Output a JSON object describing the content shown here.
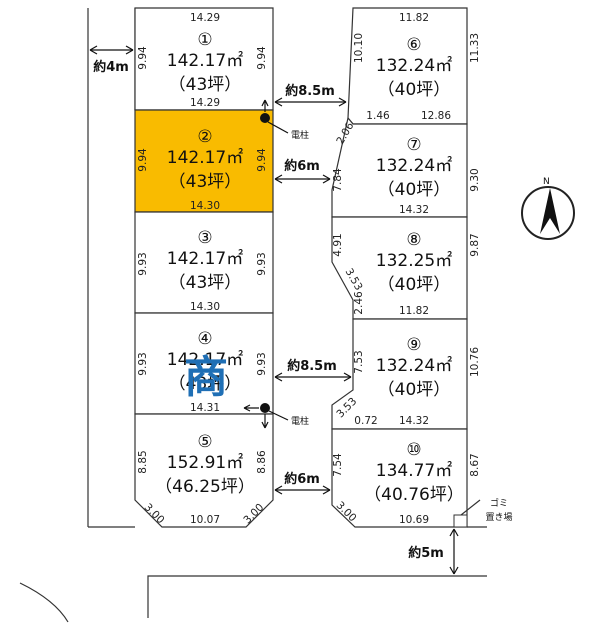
{
  "colors": {
    "highlight": "#F9BB00",
    "stamp": "#1f6fb5"
  },
  "lots": [
    {
      "id": "1",
      "num": "①",
      "area": "142.17㎡",
      "tsubo": "（43坪）",
      "top": "14.29",
      "bottom": "",
      "left": "9.94",
      "right": "9.94",
      "highlight": false
    },
    {
      "id": "2",
      "num": "②",
      "area": "142.17㎡",
      "tsubo": "（43坪）",
      "top": "14.29",
      "bottom": "14.30",
      "left": "9.94",
      "right": "9.94",
      "highlight": true
    },
    {
      "id": "3",
      "num": "③",
      "area": "142.17㎡",
      "tsubo": "（43坪）",
      "top": "",
      "bottom": "14.30",
      "left": "9.93",
      "right": "9.93",
      "highlight": false
    },
    {
      "id": "4",
      "num": "④",
      "area": "142.17㎡",
      "tsubo": "（43坪）",
      "top": "",
      "bottom": "14.31",
      "left": "9.93",
      "right": "9.93",
      "highlight": false
    },
    {
      "id": "5",
      "num": "⑤",
      "area": "152.91㎡",
      "tsubo": "（46.25坪）",
      "top": "",
      "bottom": "10.07",
      "left": "8.85",
      "right": "8.86",
      "corner_left": "3.00",
      "corner_right": "3.00",
      "highlight": false
    },
    {
      "id": "6",
      "num": "⑥",
      "area": "132.24㎡",
      "tsubo": "（40坪）",
      "top": "11.82",
      "bottom": "12.86",
      "left": "10.10",
      "right": "11.33",
      "extra": "1.46",
      "highlight": false
    },
    {
      "id": "7",
      "num": "⑦",
      "area": "132.24㎡",
      "tsubo": "（40坪）",
      "top": "",
      "bottom": "14.32",
      "left": "7.84",
      "right": "9.30",
      "corner_left": "2.06",
      "highlight": false
    },
    {
      "id": "8",
      "num": "⑧",
      "area": "132.25㎡",
      "tsubo": "（40坪）",
      "top": "",
      "bottom": "11.82",
      "left": "4.91",
      "right": "9.87",
      "corner_left": "3.53",
      "left2": "2.46",
      "highlight": false
    },
    {
      "id": "9",
      "num": "⑨",
      "area": "132.24㎡",
      "tsubo": "（40坪）",
      "top": "",
      "bottom": "14.32",
      "left": "7.53",
      "right": "10.76",
      "corner_left": "3.53",
      "extra": "0.72",
      "highlight": false
    },
    {
      "id": "10",
      "num": "⑩",
      "area": "134.77㎡",
      "tsubo": "（40.76坪）",
      "top": "",
      "bottom": "10.69",
      "left": "7.54",
      "right": "8.67",
      "corner_left": "3.00",
      "highlight": false
    }
  ],
  "roads": {
    "west": "約4m",
    "upper": "約8.5m",
    "mid": "約6m",
    "lower_85": "約8.5m",
    "lower_6": "約6m",
    "south": "約5m"
  },
  "poles": {
    "upper": "電柱",
    "lower": "電柱"
  },
  "garbage": {
    "line1": "ゴミ",
    "line2": "置き場"
  },
  "compass": {
    "label": "N"
  },
  "stamp": "商"
}
